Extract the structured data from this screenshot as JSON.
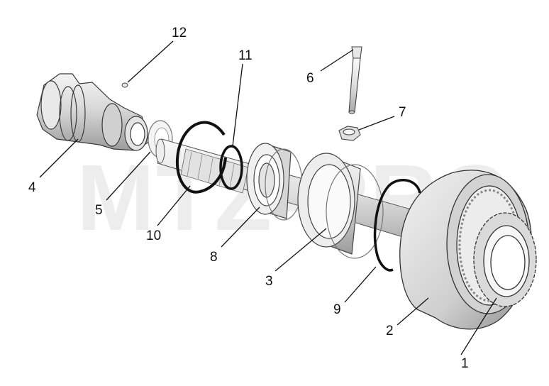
{
  "watermark": "MTZ-PRO",
  "callouts": {
    "c1": "1",
    "c2": "2",
    "c3": "3",
    "c4": "4",
    "c5": "5",
    "c6": "6",
    "c7": "7",
    "c8": "8",
    "c9": "9",
    "c10": "10",
    "c11": "11",
    "c12": "12"
  }
}
